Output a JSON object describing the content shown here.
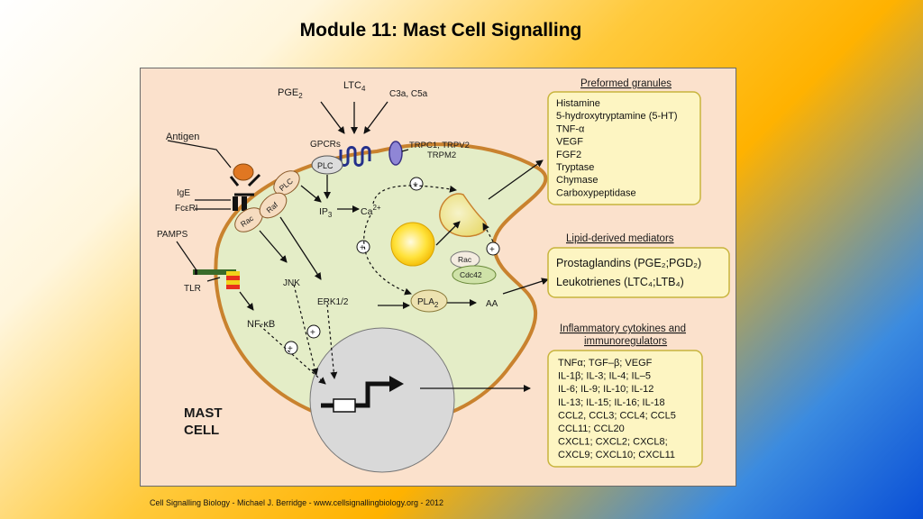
{
  "slide": {
    "title": "Module 11: Mast Cell Signalling",
    "footer": "Cell Signalling Biology - Michael J. Berridge - www.cellsignallingbiology.org - 2012"
  },
  "diagram": {
    "cell_label_line1": "MAST",
    "cell_label_line2": "CELL",
    "stimuli": {
      "pge2": "PGE",
      "pge2_sub": "2",
      "ltc4": "LTC",
      "ltc4_sub": "4",
      "c3a_c5a": "C3a, C5a",
      "antigen": "Antigen",
      "ige": "IgE",
      "fceri": "FcεRI",
      "pamps": "PAMPS",
      "tlr": "TLR",
      "gpcrs": "GPCRs",
      "trpc": "TRPC1, TRPV2",
      "trpm2": "TRPM2"
    },
    "signals": {
      "plc_receptor": "PLC",
      "plc_gpcr": "PLC",
      "rac1": "Rac",
      "raf": "Raf",
      "ip3": "IP",
      "ip3_sub": "3",
      "ca": "Ca",
      "ca_sup": "2+",
      "jnk": "JNK",
      "erk": "ERK1/2",
      "nfkb": "NF-κB",
      "pla2": "PLA",
      "pla2_sub": "2",
      "aa": "AA",
      "rac2": "Rac",
      "cdc42": "Cdc42",
      "plus": "+"
    },
    "preformed": {
      "heading": "Preformed granules",
      "items": [
        "Histamine",
        "5-hydroxytryptamine (5-HT)",
        "TNF-α",
        "VEGF",
        "FGF2",
        "Tryptase",
        "Chymase",
        "Carboxypeptidase"
      ]
    },
    "lipid": {
      "heading": "Lipid-derived mediators",
      "line1": "Prostaglandins (PGE₂;PGD₂)",
      "line2": "Leukotrienes (LTC₄;LTB₄)"
    },
    "cytokines": {
      "heading_line1": "Inflammatory cytokines and",
      "heading_line2": "immunoregulators",
      "items": [
        "TNFα; TGF–β; VEGF",
        "IL-1β; IL-3; IL-4; IL–5",
        "IL-6; IL-9; IL-10; IL-12",
        "IL-13; IL-15; IL-16; IL-18",
        "CCL2, CCL3; CCL4; CCL5",
        "CCL11; CCL20",
        "CXCL1; CXCL2; CXCL8;",
        "CXCL9; CXCL10; CXCL11"
      ]
    }
  },
  "colors": {
    "cell_fill": "#e4edc7",
    "cell_border": "#c9822e",
    "nucleus": "#d9d9d9",
    "box_fill": "#fdf5c2",
    "box_border": "#c8b43c",
    "granule": "#ffd21a"
  }
}
